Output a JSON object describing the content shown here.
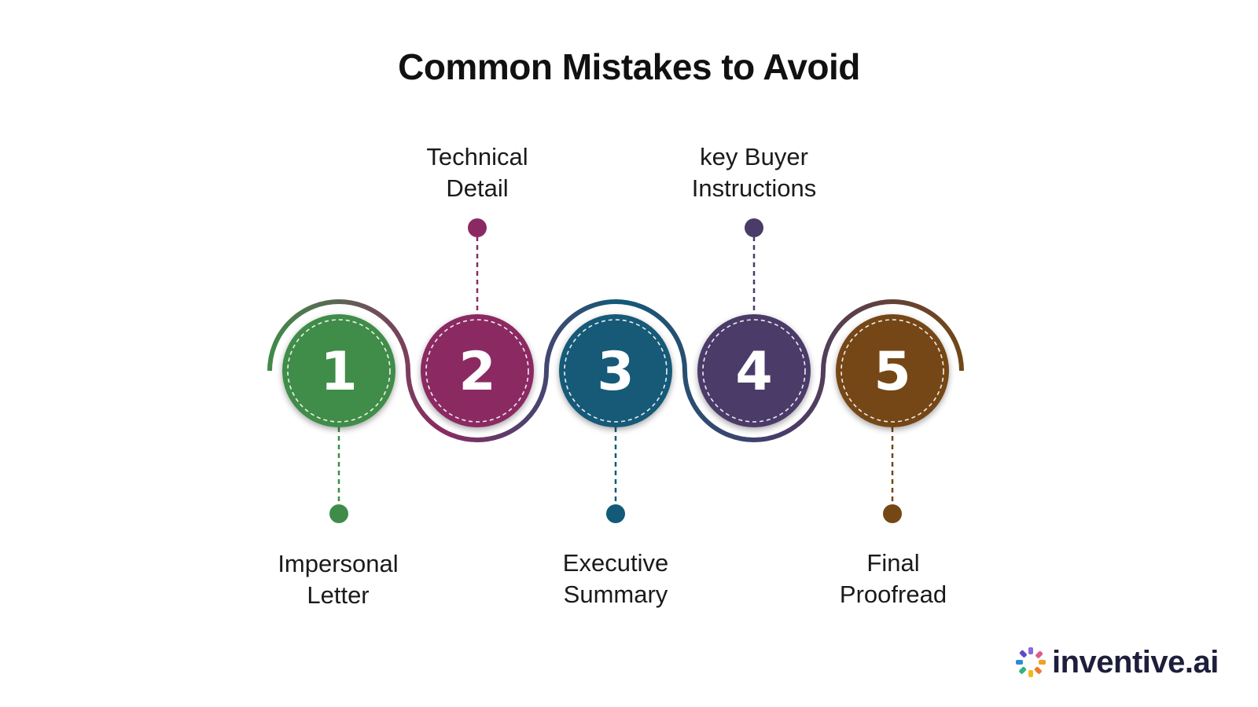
{
  "title": "Common Mistakes to Avoid",
  "steps": [
    {
      "number": "1",
      "label_line1": "Impersonal",
      "label_line2": "Letter",
      "color": "#3f8c4a",
      "label_position": "bottom"
    },
    {
      "number": "2",
      "label_line1": "Technical",
      "label_line2": "Detail",
      "color": "#8b2a62",
      "label_position": "top"
    },
    {
      "number": "3",
      "label_line1": "Executive",
      "label_line2": "Summary",
      "color": "#125a78",
      "label_position": "bottom"
    },
    {
      "number": "4",
      "label_line1": "key Buyer",
      "label_line2": "Instructions",
      "color": "#4b3b69",
      "label_position": "top"
    },
    {
      "number": "5",
      "label_line1": "Final",
      "label_line2": "Proofread",
      "color": "#744714",
      "label_position": "bottom"
    }
  ],
  "logo": {
    "text": "inventive.ai",
    "icon": "pinwheel-logo-icon"
  }
}
